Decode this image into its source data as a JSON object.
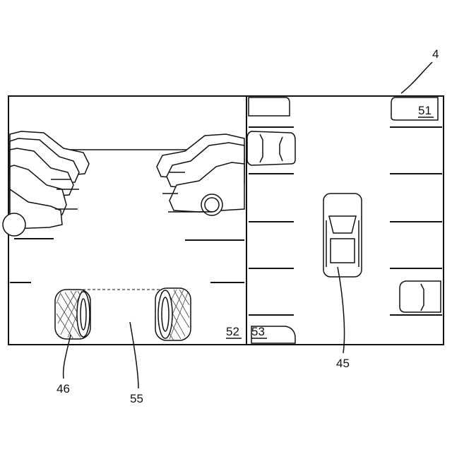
{
  "figure": {
    "labels": {
      "screen": "4",
      "top_view_marker": "51",
      "left_bottom_marker": "52",
      "right_bottom_marker": "53",
      "own_vehicle": "45",
      "tire": "46",
      "path_area": "55"
    }
  }
}
